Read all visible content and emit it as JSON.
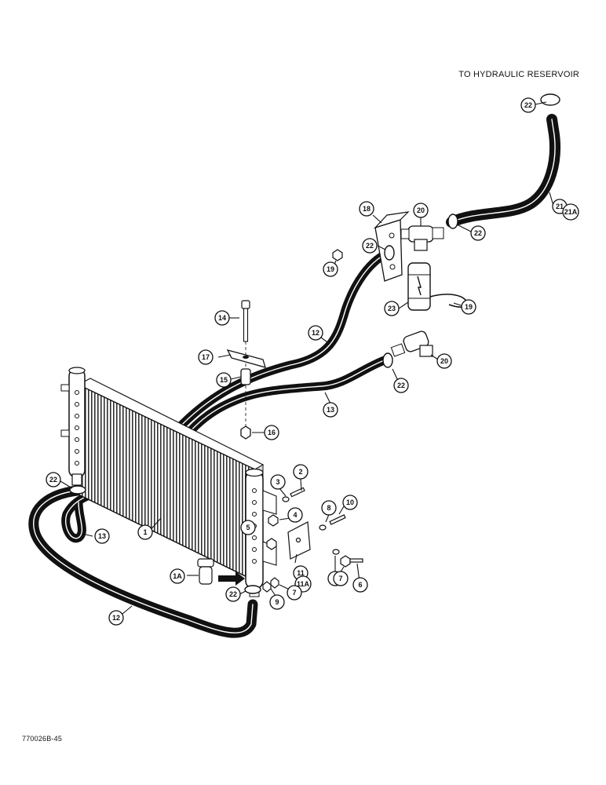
{
  "captions": {
    "destination": "TO HYDRAULIC RESERVOIR",
    "drawing_id": "770026B-45"
  },
  "callouts": [
    {
      "id": "c-22a",
      "label": "22"
    },
    {
      "id": "c-21",
      "label": "21"
    },
    {
      "id": "c-21a",
      "label": "21A"
    },
    {
      "id": "c-22b",
      "label": "22"
    },
    {
      "id": "c-20a",
      "label": "20"
    },
    {
      "id": "c-18",
      "label": "18"
    },
    {
      "id": "c-22c",
      "label": "22"
    },
    {
      "id": "c-19a",
      "label": "19"
    },
    {
      "id": "c-19b",
      "label": "19"
    },
    {
      "id": "c-23",
      "label": "23"
    },
    {
      "id": "c-12a",
      "label": "12"
    },
    {
      "id": "c-14",
      "label": "14"
    },
    {
      "id": "c-17",
      "label": "17"
    },
    {
      "id": "c-15",
      "label": "15"
    },
    {
      "id": "c-20b",
      "label": "20"
    },
    {
      "id": "c-22d",
      "label": "22"
    },
    {
      "id": "c-13a",
      "label": "13"
    },
    {
      "id": "c-16",
      "label": "16"
    },
    {
      "id": "c-3",
      "label": "3"
    },
    {
      "id": "c-2",
      "label": "2"
    },
    {
      "id": "c-22e",
      "label": "22"
    },
    {
      "id": "c-4",
      "label": "4"
    },
    {
      "id": "c-8a",
      "label": "8"
    },
    {
      "id": "c-10",
      "label": "10"
    },
    {
      "id": "c-5",
      "label": "5"
    },
    {
      "id": "c-13b",
      "label": "13"
    },
    {
      "id": "c-1",
      "label": "1"
    },
    {
      "id": "c-11",
      "label": "11"
    },
    {
      "id": "c-11a",
      "label": "11A"
    },
    {
      "id": "c-8b",
      "label": "8"
    },
    {
      "id": "c-7a",
      "label": "7"
    },
    {
      "id": "c-6",
      "label": "6"
    },
    {
      "id": "c-1a",
      "label": "1A"
    },
    {
      "id": "c-22f",
      "label": "22"
    },
    {
      "id": "c-9",
      "label": "9"
    },
    {
      "id": "c-7b",
      "label": "7"
    },
    {
      "id": "c-12b",
      "label": "12"
    }
  ]
}
